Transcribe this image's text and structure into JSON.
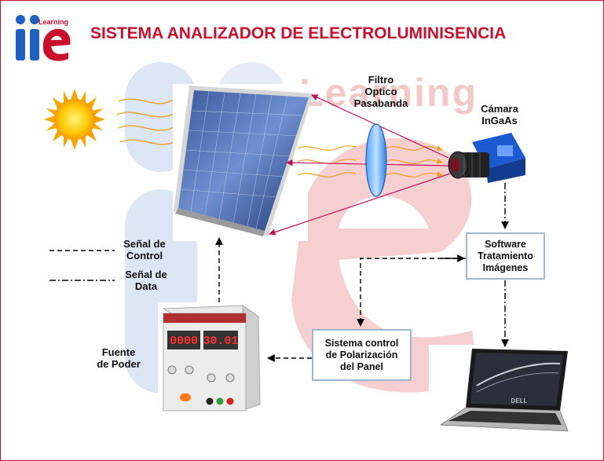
{
  "title": "SISTEMA ANALIZADOR DE ELECTROLUMINISENCIA",
  "logo": {
    "tagline": "Learning",
    "mark": "iie",
    "watermark": "Learning"
  },
  "labels": {
    "filter": "Filtro\nOptico\nPasabanda",
    "camera": "Cámara\nInGaAs",
    "control_signal": "Señal de\nControl",
    "data_signal": "Señal de\nData",
    "power_source": "Fuente\nde Poder"
  },
  "boxes": {
    "software": "Software\nTratamiento\nImágenes",
    "control_system": "Sistema control\nde Polarización\ndel Panel"
  },
  "power_supply_display": {
    "left": "0000",
    "right": "30.01"
  },
  "laptop_brand": "DELL",
  "colors": {
    "title": "#c8102e",
    "box_border": "#9fb8d0",
    "light_rays": "#f0a020",
    "emission_arrows": "#c0105a",
    "watermark_pink": "#f6d0d0",
    "watermark_blue": "#dde6f4"
  }
}
